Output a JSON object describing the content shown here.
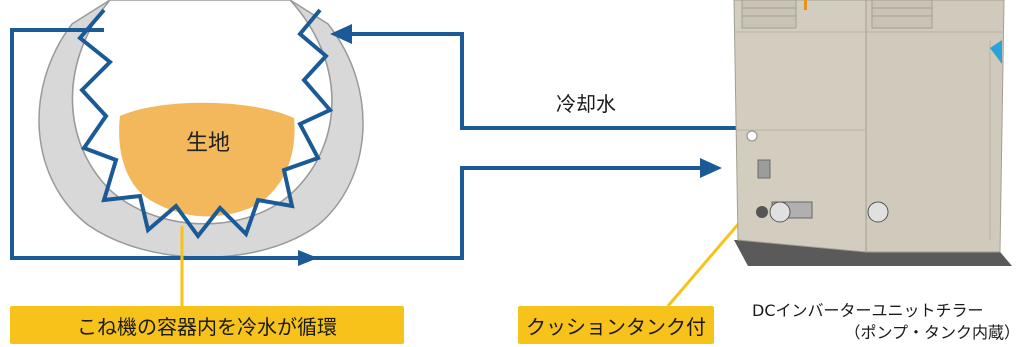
{
  "diagram": {
    "dough_label": "生地",
    "water_label": "冷却水",
    "mixer_callout": "こね機の容器内を冷水が循環",
    "tank_callout": "クッションタンク付",
    "chiller_caption_line1": "DCインバーターユニットチラー",
    "chiller_caption_line2": "（ポンプ・タンク内蔵）"
  },
  "colors": {
    "pipe": "#1a5a96",
    "bowl": "#d8d8d8",
    "dough": "#f3b85c",
    "callout": "#f7c31a",
    "chiller_body": "#d2cdbf",
    "logo": "#2aa3d8"
  }
}
